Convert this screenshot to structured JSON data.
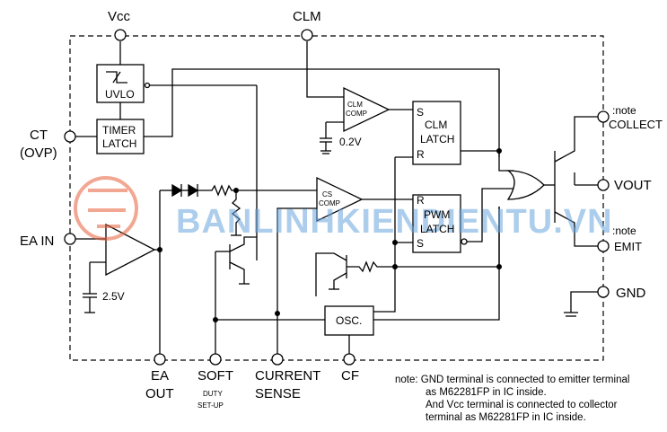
{
  "pins": {
    "vcc": "Vcc",
    "clm": "CLM",
    "ct": "CT",
    "ovp": "(OVP)",
    "ea_in": "EA IN",
    "ea_out_1": "EA",
    "ea_out_2": "OUT",
    "soft": "SOFT",
    "duty": "DUTY",
    "setup": "SET-UP",
    "current_1": "CURRENT",
    "current_2": "SENSE",
    "cf": "CF",
    "note_collect": ":note",
    "collect": "COLLECT",
    "vout": "VOUT",
    "note_emit": ":note",
    "emit": "EMIT",
    "gnd": "GND"
  },
  "blocks": {
    "uvlo": "UVLO",
    "timer_1": "TIMER",
    "timer_2": "LATCH",
    "clm_comp_1": "CLM",
    "clm_comp_2": "COMP",
    "cs_comp_1": "CS",
    "cs_comp_2": "COMP",
    "clm_latch_s": "S",
    "clm_latch_1": "CLM",
    "clm_latch_2": "LATCH",
    "clm_latch_r": "R",
    "pwm_latch_r": "R",
    "pwm_latch_1": "PWM",
    "pwm_latch_2": "LATCH",
    "pwm_latch_s": "S",
    "osc": "OSC.",
    "ref_02": "0.2V",
    "ref_25": "2.5V"
  },
  "note": {
    "line1": "note: GND terminal is connected to emitter terminal",
    "line2": "as M62281FP in IC inside.",
    "line3": "And Vcc terminal is connected to collector",
    "line4": "terminal as M62281FP in IC inside."
  },
  "watermark": "BANLINHKIENDIENTU.VN",
  "colors": {
    "line": "#000000",
    "watermark": "#6aa7dd",
    "watermark_logo": "#e8603c"
  }
}
